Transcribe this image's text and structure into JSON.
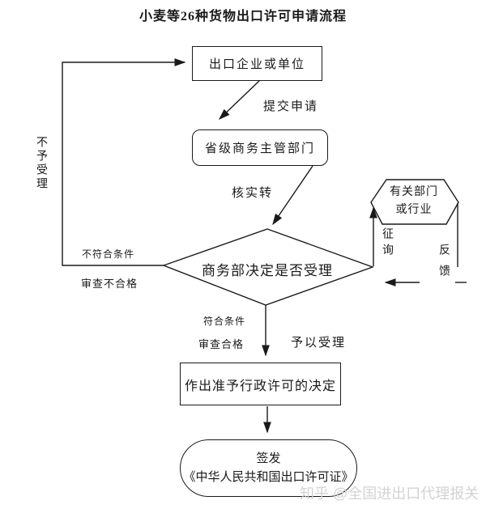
{
  "title": "小麦等26种货物出口许可申请流程",
  "flowchart": {
    "nodes": {
      "export_enterprise": "出口企业或单位",
      "provincial_dept": "省级商务主管部门",
      "mofcom_decision": "商务部决定是否受理",
      "related_dept_line1": "有关部门",
      "related_dept_line2": "或行业",
      "grant_decision": "作出准予行政许可的决定",
      "issue_line1": "签发",
      "issue_line2": "《中华人民共和国出口许可证》"
    },
    "edge_labels": {
      "submit_application": "提交申请",
      "verify_forward": "核实转",
      "not_accepted": "不予受理",
      "not_meet_conditions": "不符合条件",
      "review_failed": "审查不合格",
      "meet_conditions": "符合条件",
      "review_passed": "审查合格",
      "accepted": "予以受理",
      "consult": "征询",
      "feedback": "反馈"
    }
  },
  "watermark": "知乎 @全国进出口代理报关",
  "colors": {
    "line": "#1a1a1a",
    "background": "#ffffff",
    "watermark": "#d3d3d3"
  }
}
